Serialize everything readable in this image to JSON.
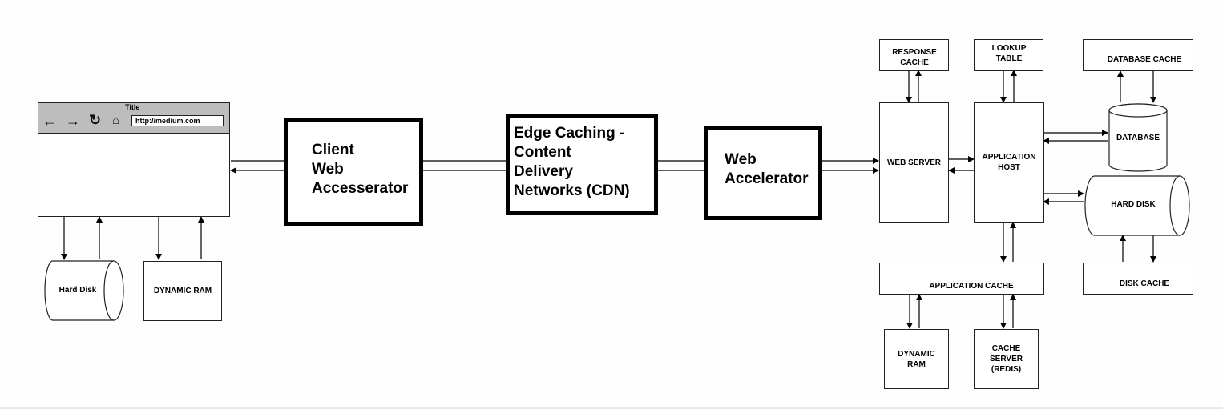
{
  "browser": {
    "title": "Title",
    "url": "http://medium.com",
    "icons": [
      "back-arrow-icon",
      "forward-arrow-icon",
      "reload-icon",
      "home-icon"
    ]
  },
  "client_storage": {
    "hard_disk": "Hard Disk",
    "dynamic_ram": "DYNAMIC RAM"
  },
  "middle": {
    "client_accel": [
      "Client",
      "Web",
      "Accesserator"
    ],
    "cdn": [
      "Edge Caching -",
      "Content",
      "Delivery",
      "Networks (CDN)"
    ],
    "web_accel": [
      "Web",
      "Accelerator"
    ]
  },
  "server": {
    "response_cache": [
      "RESPONSE",
      "CACHE"
    ],
    "lookup_table": [
      "LOOKUP",
      "TABLE"
    ],
    "database_cache": "DATABASE CACHE",
    "web_server": "WEB SERVER",
    "app_host": [
      "APPLICATION",
      "HOST"
    ],
    "database": "DATABASE",
    "hard_disk": "HARD DISK",
    "app_cache": "APPLICATION CACHE",
    "disk_cache": "DISK CACHE",
    "dynamic_ram": [
      "DYNAMIC",
      "RAM"
    ],
    "cache_server": [
      "CACHE",
      "SERVER",
      "(REDIS)"
    ]
  }
}
